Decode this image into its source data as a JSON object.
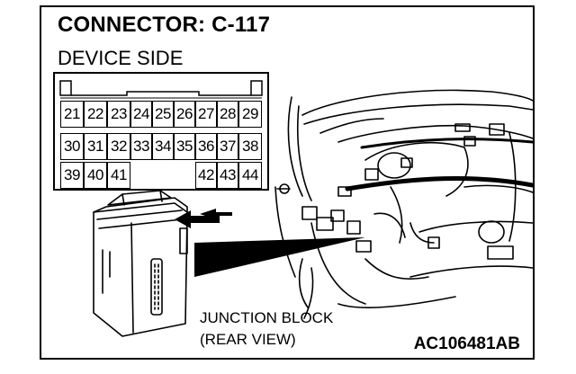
{
  "title": "CONNECTOR: C-117",
  "subtitle": "DEVICE SIDE",
  "pins": {
    "row1": [
      "21",
      "22",
      "23",
      "24",
      "25",
      "26",
      "27",
      "28",
      "29"
    ],
    "row2": [
      "30",
      "31",
      "32",
      "33",
      "34",
      "35",
      "36",
      "37",
      "38"
    ],
    "row3_left": [
      "39",
      "40",
      "41"
    ],
    "row3_right": [
      "42",
      "43",
      "44"
    ]
  },
  "caption_line1": "JUNCTION BLOCK",
  "caption_line2": "(REAR VIEW)",
  "diagram_id": "AC106481AB"
}
